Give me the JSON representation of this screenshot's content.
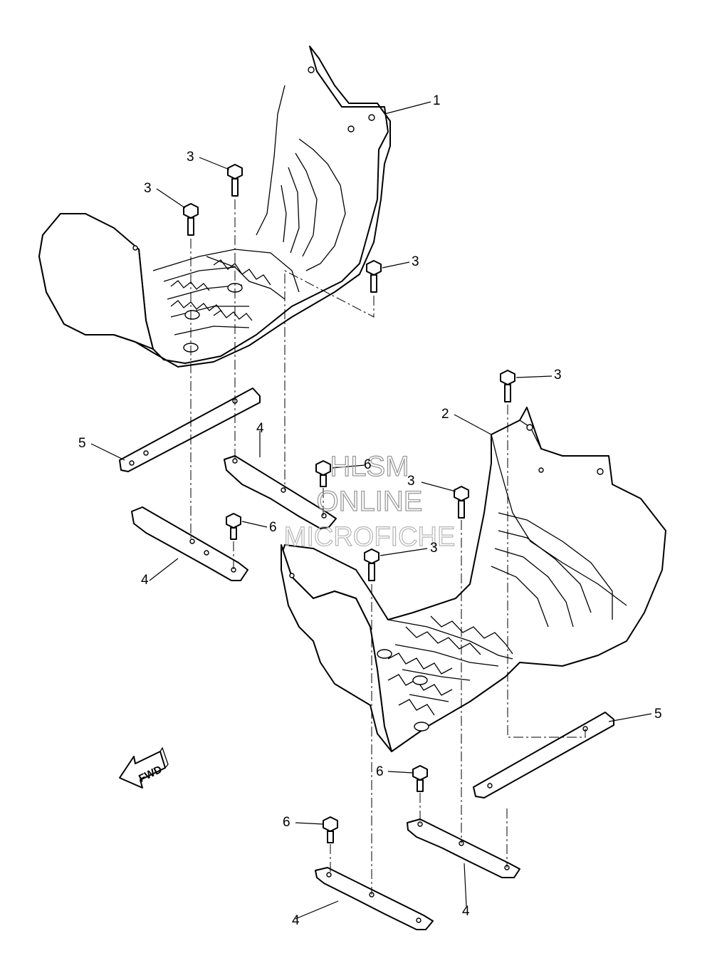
{
  "watermark": {
    "line1": "HLSM",
    "line2": "ONLINE",
    "line3": "MICROFICHE"
  },
  "fwd_label": "FWD",
  "callouts": [
    {
      "id": "c1",
      "text": "1"
    },
    {
      "id": "c2",
      "text": "2"
    },
    {
      "id": "c3a",
      "text": "3"
    },
    {
      "id": "c3b",
      "text": "3"
    },
    {
      "id": "c3c",
      "text": "3"
    },
    {
      "id": "c3d",
      "text": "3"
    },
    {
      "id": "c3e",
      "text": "3"
    },
    {
      "id": "c3f",
      "text": "3"
    },
    {
      "id": "c4a",
      "text": "4"
    },
    {
      "id": "c4b",
      "text": "4"
    },
    {
      "id": "c4c",
      "text": "4"
    },
    {
      "id": "c4d",
      "text": "4"
    },
    {
      "id": "c5a",
      "text": "5"
    },
    {
      "id": "c5b",
      "text": "5"
    },
    {
      "id": "c6a",
      "text": "6"
    },
    {
      "id": "c6b",
      "text": "6"
    },
    {
      "id": "c6c",
      "text": "6"
    },
    {
      "id": "c6d",
      "text": "6"
    }
  ]
}
